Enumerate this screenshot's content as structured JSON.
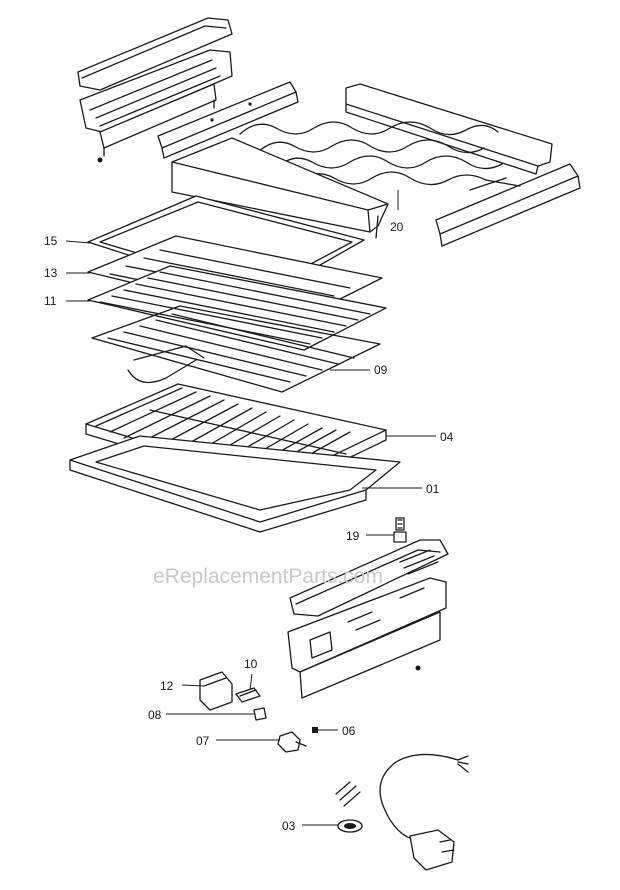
{
  "watermark": "eReplacementParts.com",
  "callouts": [
    {
      "id": "15",
      "label": "15"
    },
    {
      "id": "13",
      "label": "13"
    },
    {
      "id": "11",
      "label": "11"
    },
    {
      "id": "20",
      "label": "20"
    },
    {
      "id": "09",
      "label": "09"
    },
    {
      "id": "04",
      "label": "04"
    },
    {
      "id": "01",
      "label": "01"
    },
    {
      "id": "19",
      "label": "19"
    },
    {
      "id": "12",
      "label": "12"
    },
    {
      "id": "10",
      "label": "10"
    },
    {
      "id": "08",
      "label": "08"
    },
    {
      "id": "07",
      "label": "07"
    },
    {
      "id": "06",
      "label": "06"
    },
    {
      "id": "03",
      "label": "03"
    }
  ]
}
